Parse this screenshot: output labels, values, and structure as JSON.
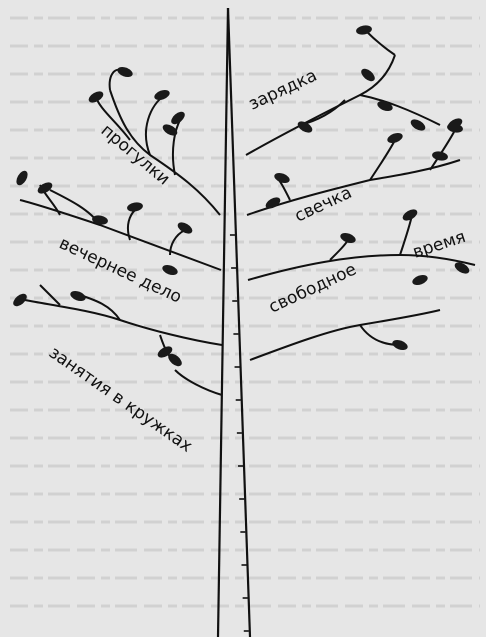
{
  "diagram": {
    "left_branches": [
      {
        "id": "progulki",
        "label": "прогулки"
      },
      {
        "id": "vechernee",
        "label": "вечернее дело"
      },
      {
        "id": "zanyatiya",
        "label": "занятия в кружках"
      }
    ],
    "right_branches": [
      {
        "id": "zaryadka",
        "label": "зарядка"
      },
      {
        "id": "svechka",
        "label": "свечка"
      },
      {
        "id": "svobodnoe",
        "label": "свободное"
      },
      {
        "id": "vremya",
        "label": "время"
      }
    ]
  },
  "colors": {
    "ink": "#111111",
    "paper": "#e6e6e6",
    "leaf": "#1a1a1a"
  }
}
